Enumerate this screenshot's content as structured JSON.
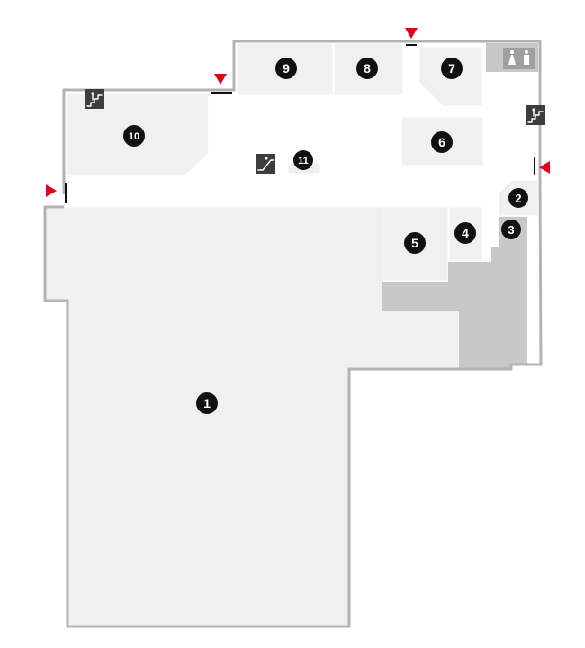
{
  "map": {
    "colors": {
      "unit": "#f0f0f0",
      "service_area": "#c8c8c8",
      "outline": "#b3b3b3",
      "badge": "#111111",
      "entrance": "#e3001b"
    },
    "units": [
      {
        "label": "1"
      },
      {
        "label": "2"
      },
      {
        "label": "3"
      },
      {
        "label": "4"
      },
      {
        "label": "5"
      },
      {
        "label": "6"
      },
      {
        "label": "7"
      },
      {
        "label": "8"
      },
      {
        "label": "9"
      },
      {
        "label": "10"
      },
      {
        "label": "11"
      }
    ],
    "icons": {
      "restroom": "restroom-icon",
      "stairs_top_left": "stairs-icon",
      "stairs_right": "stairs-icon",
      "escalator": "escalator-icon",
      "entrances": [
        "entrance-arrow-icon",
        "entrance-arrow-icon",
        "entrance-arrow-icon",
        "entrance-arrow-icon"
      ]
    }
  }
}
